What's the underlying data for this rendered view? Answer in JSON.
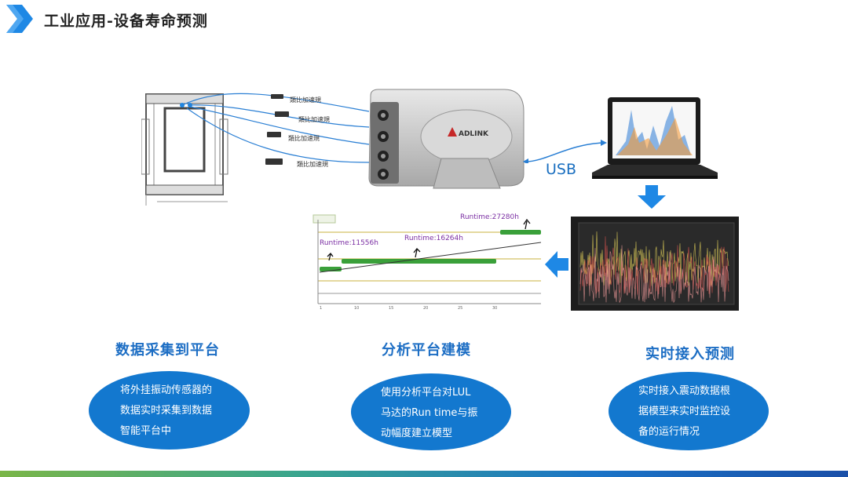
{
  "header": {
    "title": "工业应用-设备寿命预测"
  },
  "colors": {
    "accent_blue": "#1378cf",
    "section_title": "#1d6ec4",
    "runtime_label": "#7b2fa3",
    "trend_green": "#3aa03a"
  },
  "diagram": {
    "usb_label": "USB",
    "device_brand": "ADLINK",
    "sensor_labels": [
      "類比加速規",
      "類比加速規",
      "類比加速規",
      "類比加速規"
    ],
    "runtime_labels": [
      "Runtime:11556h",
      "Runtime:16264h",
      "Runtime:27280h"
    ],
    "icons": [
      "frame-drawing",
      "daq-device",
      "laptop-icon",
      "arrow-down-icon",
      "arrow-left-icon"
    ]
  },
  "sections": [
    {
      "title": "数据采集到平台",
      "lines": [
        "将外挂振动传感器的",
        "数据实时采集到数据",
        "智能平台中"
      ]
    },
    {
      "title": "分析平台建模",
      "lines": [
        "使用分析平台对LUL",
        "马达的Run time与振",
        "动幅度建立模型"
      ]
    },
    {
      "title": "实时接入预测",
      "lines": [
        "实时接入震动数据根",
        "据模型来实时监控设",
        "备的运行情况"
      ]
    }
  ]
}
